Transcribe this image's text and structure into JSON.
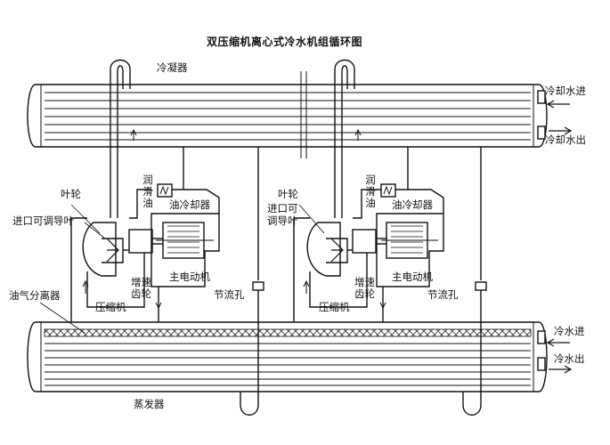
{
  "title": "双压缩机离心式冷水机组循环图",
  "condenser": {
    "label": "冷凝器",
    "water_in": "冷却水进",
    "water_out": "冷却水出"
  },
  "evaporator": {
    "label": "蒸发器",
    "water_in": "冷水进",
    "water_out": "冷水出"
  },
  "unit": {
    "impeller": "叶轮",
    "inlet_guide_vane": "进口可调导叶",
    "inlet_guide_vane_short_a": "进口可",
    "inlet_guide_vane_short_b": "调导叶",
    "lube_oil": "润滑油",
    "oil_cooler": "油冷却器",
    "main_motor": "主电动机",
    "speed_gear_a": "增速",
    "speed_gear_b": "齿轮",
    "compressor": "压缩机",
    "orifice": "节流孔",
    "oil_separator": "油气分离器"
  }
}
